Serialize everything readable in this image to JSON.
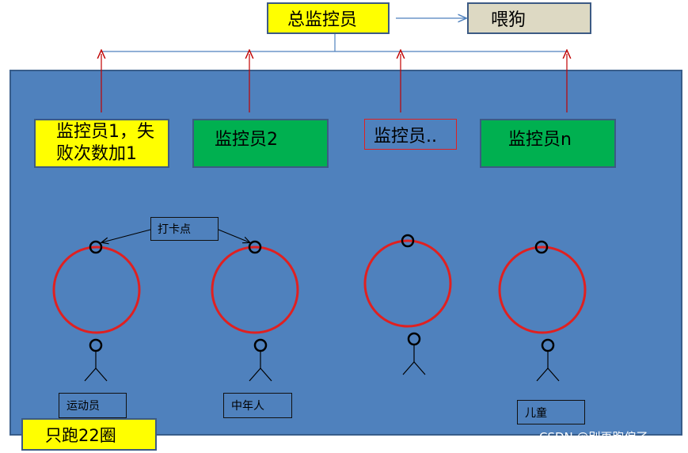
{
  "top": {
    "supervisor_label": "总监控员",
    "feed_dog_label": "喂狗"
  },
  "monitors": [
    {
      "label": "监控员1，失败次数加1"
    },
    {
      "label": "监控员2"
    },
    {
      "label": "监控员.."
    },
    {
      "label": "监控员n"
    }
  ],
  "checkpoint_label": "打卡点",
  "runners": [
    {
      "label": "运动员"
    },
    {
      "label": "中年人"
    },
    {
      "label": "儿童"
    }
  ],
  "note": "只跑22圈",
  "watermark": "CSDN @别再跑偏了",
  "colors": {
    "panel": "#4f81bd",
    "highlight_yellow": "#ffff00",
    "ok_green": "#00b050",
    "feed_box": "#ddd9c3",
    "track_red": "#e02020",
    "arrow_red": "#c00000",
    "arrow_blue": "#4f81bd"
  }
}
